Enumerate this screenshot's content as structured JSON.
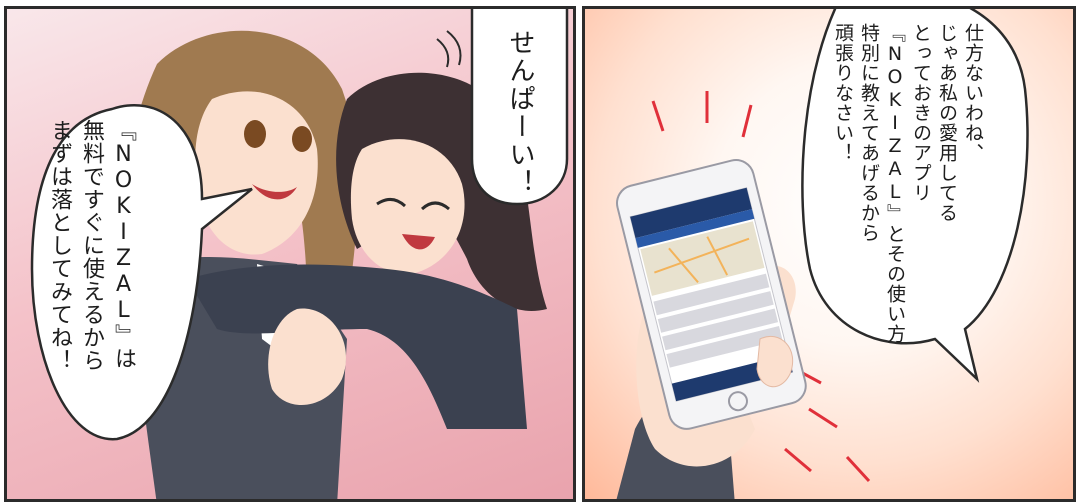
{
  "panels": {
    "left": {
      "bubble_top": "せんぱーい！",
      "bubble_side": [
        "『NOKIZAL』は",
        "無料ですぐに使えるから",
        "まずは落としてみてね！"
      ]
    },
    "right": {
      "bubble": [
        "仕方ないわね、",
        "じゃあ私の愛用してる",
        "とっておきのアプリ",
        "『NOKIZAL』とその使い方",
        "特別に教えてあげるから",
        "頑張りなさい！"
      ]
    }
  },
  "colors": {
    "left_bg": "#f4c2c9",
    "right_bg": "#ffe0d0",
    "accent_red": "#e0303a",
    "suit": "#4a4f5c",
    "phone_header": "#1e3a6e"
  }
}
